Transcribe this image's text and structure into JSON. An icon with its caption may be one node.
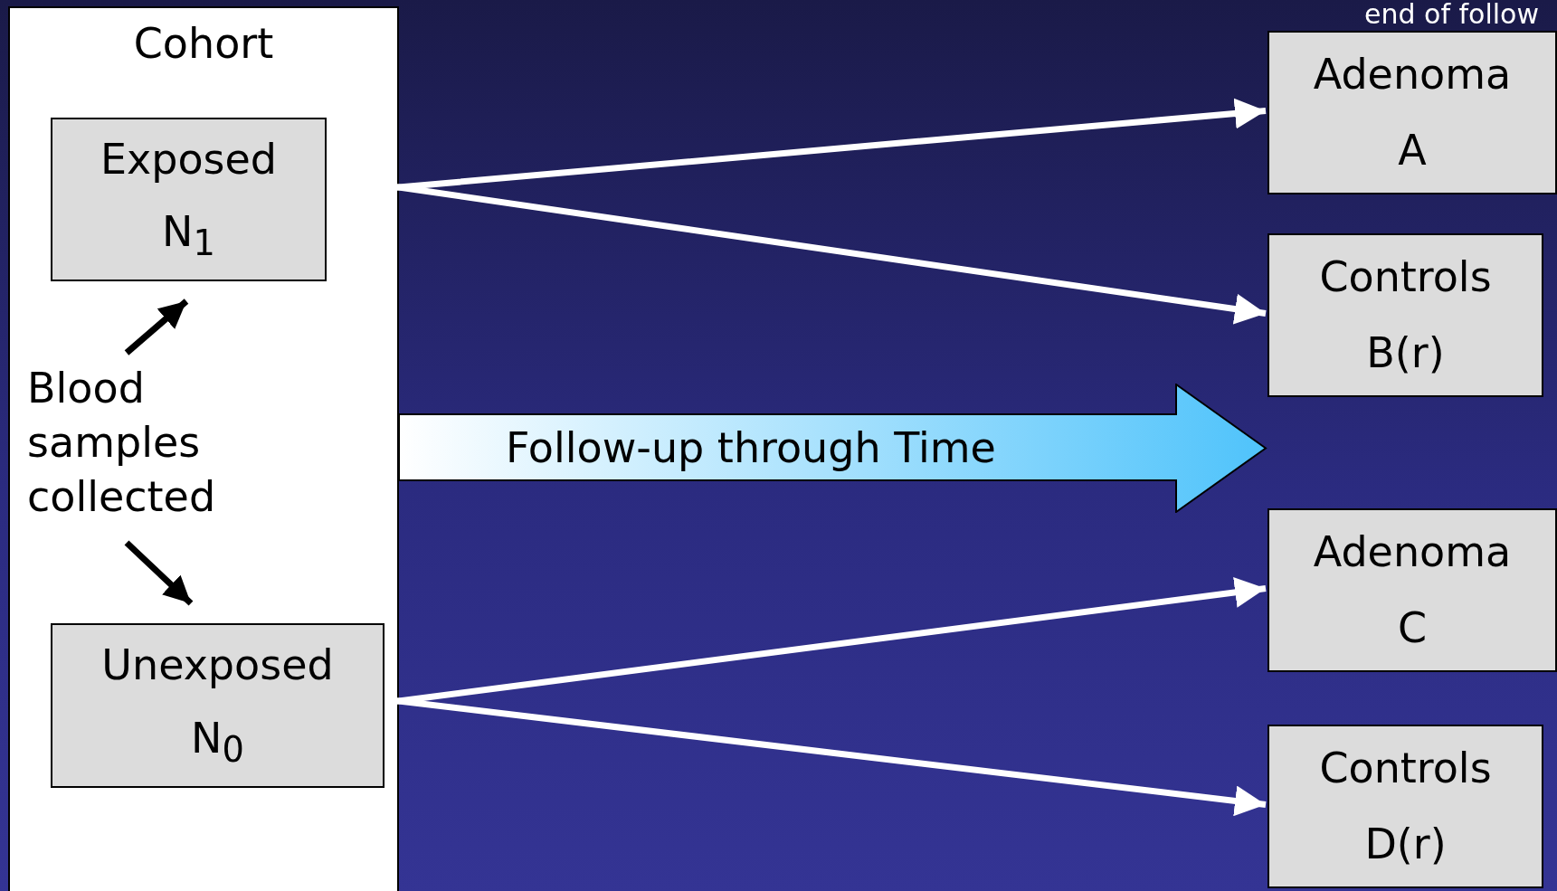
{
  "diagram": {
    "nodes": [
      {
        "text": [
          "Cohort"
        ]
      },
      {
        "text": [
          "Exposed",
          "N$_{1}$"
        ],
        "in": 0
      },
      {
        "text": [
          "Blood samples collected"
        ],
        "in": 0
      },
      {
        "text": [
          "Unexposed",
          "N$_{0}$"
        ],
        "in": 0
      },
      {
        "text": [
          "Follow-up through Time"
        ]
      },
      {
        "text": [
          "Adenoma",
          "A"
        ]
      },
      {
        "text": [
          "Controls",
          "B(r)"
        ]
      },
      {
        "text": [
          "Adenoma",
          "C"
        ]
      },
      {
        "text": [
          "Controls",
          "D(r)"
        ]
      }
    ],
    "edges": [
      {
        "from": 2,
        "to": 1,
        "arrow": "to",
        "color": "#000000"
      },
      {
        "from": 2,
        "to": 3,
        "arrow": "to",
        "color": "#000000"
      },
      {
        "from": 1,
        "to": 5,
        "arrow": "to"
      },
      {
        "from": 1,
        "to": 6,
        "arrow": "to"
      },
      {
        "from": 3,
        "to": 7,
        "arrow": "to"
      },
      {
        "from": 3,
        "to": 8,
        "arrow": "to"
      }
    ],
    "labels": [
      "end of follow"
    ]
  }
}
